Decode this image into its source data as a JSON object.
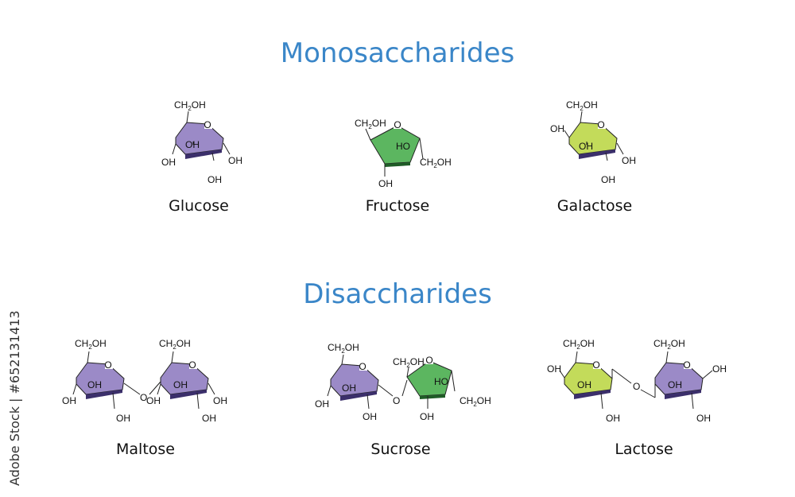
{
  "titles": {
    "mono": "Monosaccharides",
    "di": "Disaccharides"
  },
  "labels": {
    "ch2oh": "CH",
    "sub2": "2",
    "oh": "OH",
    "ho": "HO",
    "o": "O"
  },
  "molecules": {
    "glucose": "Glucose",
    "fructose": "Fructose",
    "galactose": "Galactose",
    "maltose": "Maltose",
    "sucrose": "Sucrose",
    "lactose": "Lactose"
  },
  "colors": {
    "title": "#3a86c8",
    "glucose_fill": "#9b8ac7",
    "fructose_fill": "#5cb660",
    "galactose_fill": "#c3db5a",
    "ring_edge": "#3b2f6b"
  },
  "watermark": "Adobe Stock | #652131413"
}
